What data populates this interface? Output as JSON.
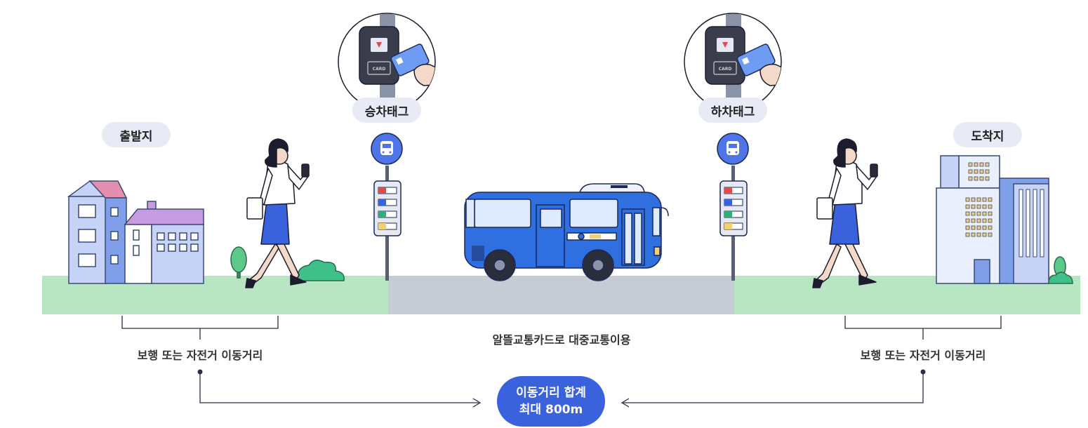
{
  "labels": {
    "origin": "출발지",
    "destination": "도착지",
    "board_tag": "승차태그",
    "alight_tag": "하차태그",
    "walk_left": "보행 또는 자전거 이동거리",
    "walk_right": "보행 또는 자전거 이동거리",
    "transit": "알뜰교통카드로 대중교통이용",
    "total_line1": "이동거리 합계",
    "total_line2": "최대 800m"
  },
  "card_text": "CARD",
  "icons": [
    "bus-stop-icon",
    "card-reader-icon",
    "transit-card-icon",
    "hand-icon",
    "smartphone-icon",
    "tree-icon",
    "bush-icon"
  ],
  "colors": {
    "accent": "#3a62dc",
    "ground_green": "#b8e6c2",
    "road_gray": "#c7cbd6",
    "bus_blue": "#2f6fe0",
    "pill_bg": "#e8ebf6"
  }
}
